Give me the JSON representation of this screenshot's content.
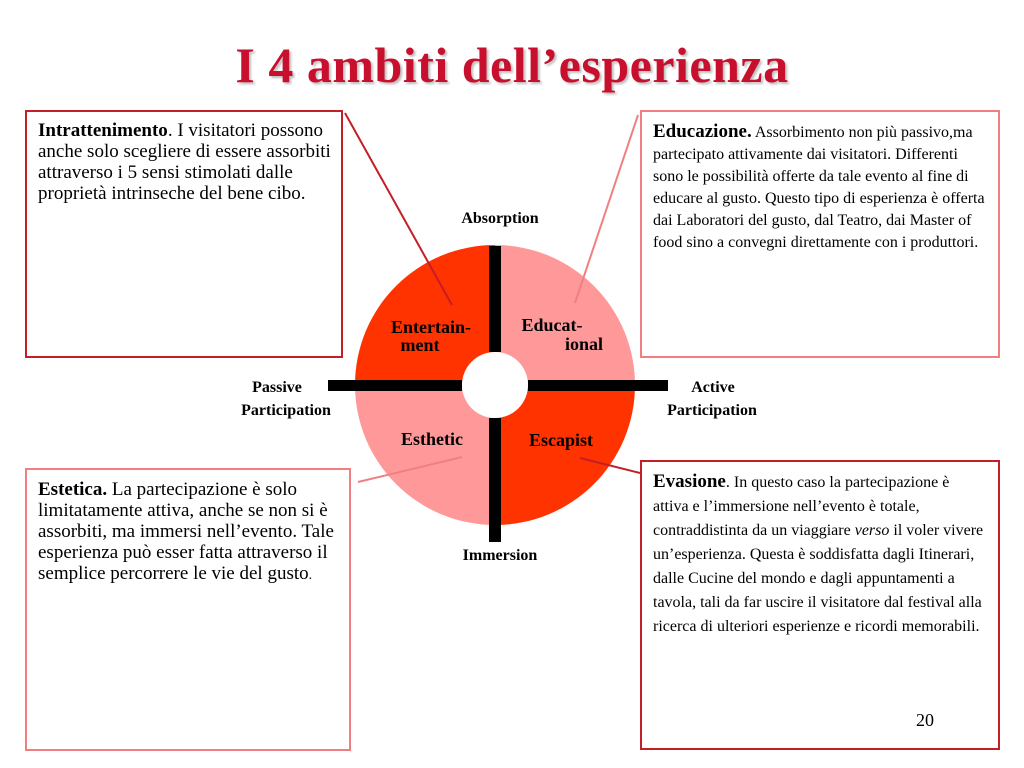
{
  "title": "I 4 ambiti dell’esperienza",
  "boxes": {
    "entertainment": {
      "lead": "Intrattenimento",
      "text": ". I visitatori possono anche solo scegliere di essere assorbiti attraverso i 5 sensi stimolati dalle proprietà intrinseche del bene cibo."
    },
    "education": {
      "lead": "Educazione.",
      "text": " Assorbimento non più passivo,ma partecipato attivamente dai visitatori. Differenti sono le possibilità offerte da tale evento al fine di educare al gusto. Questo tipo di esperienza è offerta dai Laboratori del gusto, dal Teatro, dai Master of food sino a convegni direttamente con i produttori."
    },
    "esthetic": {
      "lead": "Estetica.",
      "text": " La partecipazione è solo limitatamente attiva, anche se non si è assorbiti, ma immersi nell’evento. Tale esperienza può esser fatta attraverso il semplice percorrere le vie del gusto",
      "tail": "."
    },
    "escapist": {
      "lead": "Evasione",
      "text_a": ". In questo caso la partecipazione è attiva e l’immersione nell’evento è totale, contraddistinta da un viaggiare ",
      "text_em": "verso",
      "text_b": " il voler vivere un’esperienza. Questa è soddisfatta dagli Itinerari, dalle Cucine del mondo e dagli appuntamenti a tavola, tali da far uscire il visitatore dal festival alla ricerca di ulteriori esperienze e ricordi memorabili."
    }
  },
  "diagram": {
    "axis_top": "Absorption",
    "axis_bottom": "Immersion",
    "axis_left_1": "Passive",
    "axis_left_2": "Participation",
    "axis_right_1": "Active",
    "axis_right_2": "Participation",
    "q_entertainment_1": "Entertain-",
    "q_entertainment_2": "ment",
    "q_educational_1": "Educat-",
    "q_educational_2": "ional",
    "q_esthetic": "Esthetic",
    "q_escapist": "Escapist"
  },
  "colors": {
    "title": "#c8102e",
    "dark_red": "#c41e26",
    "light_red": "#f08080",
    "quad_strong": "#ff3300",
    "quad_light": "#ff9999"
  },
  "page_number": "20"
}
